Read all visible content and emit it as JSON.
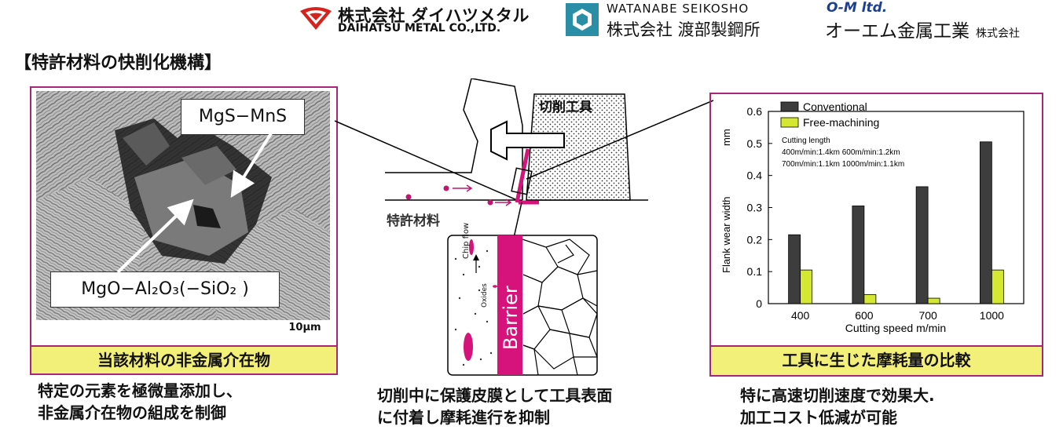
{
  "header": {
    "daihatsu_jp": "株式会社 ダイハツメタル",
    "daihatsu_en": "DAIHATSU METAL CO.,LTD.",
    "watanabe_en": "WATANABE SEIKOSHO",
    "watanabe_jp": "株式会社 渡部製鋼所",
    "om_en": "O-M ltd.",
    "om_jp": "オーエム金属工業",
    "om_suffix": "株式会社"
  },
  "page_title": "【特許材料の快削化機構】",
  "left_panel": {
    "label_top": "MgS−MnS",
    "label_bottom": "MgO−Al₂O₃(−SiO₂ )",
    "scale_bar": "10μm",
    "caption": "当該材料の非金属介在物",
    "description_lines": [
      "特定の元素を極微量添加し、",
      "非金属介在物の組成を制御"
    ]
  },
  "middle_panel": {
    "tool_label": "切削工具",
    "material_label": "特許材料",
    "chip_flow": "Chip flow",
    "oxides": "Oxides",
    "barrier": "Barrier",
    "description_lines": [
      "切削中に保護皮膜として工具表面",
      "に付着し摩耗進行を抑制"
    ]
  },
  "right_panel": {
    "caption": "工具に生じた摩耗量の比較",
    "description_lines": [
      "特に高速切削速度で効果大.",
      "加工コスト低減が可能"
    ]
  },
  "chart_data": {
    "type": "bar",
    "categories": [
      "400",
      "600",
      "700",
      "1000"
    ],
    "series": [
      {
        "name": "Conventional",
        "values": [
          0.215,
          0.305,
          0.365,
          0.505
        ],
        "color": "#3d3d3d"
      },
      {
        "name": "Free-machining",
        "values": [
          0.105,
          0.028,
          0.017,
          0.105
        ],
        "color": "#d4e833"
      }
    ],
    "xlabel": "Cutting speed   m/min",
    "ylabel": "Flank wear width",
    "yunit": "mm",
    "ylim": [
      0,
      0.6
    ],
    "yticks": [
      "0",
      "0.1",
      "0.2",
      "0.3",
      "0.4",
      "0.5",
      "0.6"
    ],
    "legend_position": "top-left",
    "annotation_lines": [
      "Cutting length",
      "400m/min:1.4km   600m/min:1.2km",
      "700m/min:1.1km   1000m/min:1.1km"
    ]
  },
  "colors": {
    "accent": "#a8257a",
    "caption_bg": "#f3f079",
    "barrier": "#d6137a",
    "logo_red": "#d6231d",
    "logo_teal": "#2a8fa6",
    "logo_blue": "#1e3f8f"
  }
}
